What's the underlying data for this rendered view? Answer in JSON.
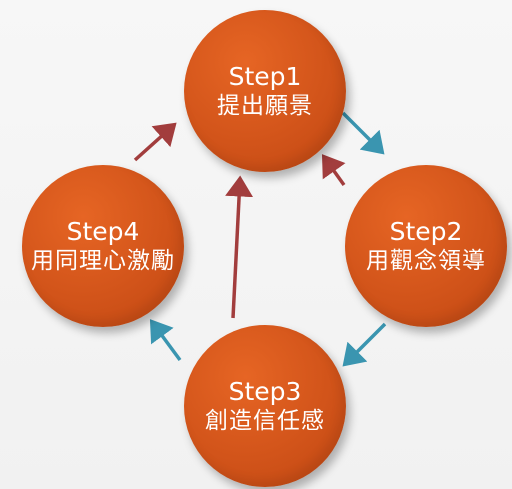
{
  "steps": [
    {
      "label": "Step1",
      "desc": "提出願景"
    },
    {
      "label": "Step2",
      "desc": "用觀念領導"
    },
    {
      "label": "Step3",
      "desc": "創造信任感"
    },
    {
      "label": "Step4",
      "desc": "用同理心激勵"
    }
  ],
  "colors": {
    "circle": "#d2541a",
    "text": "#ffffff",
    "forward_arrow": "#3a95b0",
    "back_arrow": "#a23d3d"
  }
}
